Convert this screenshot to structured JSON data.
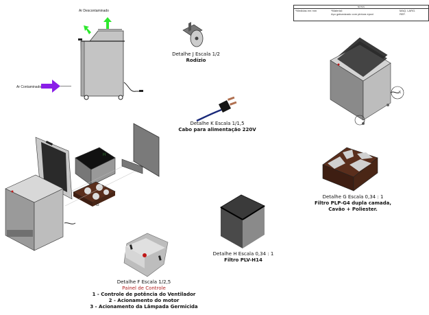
{
  "title_block": {
    "header": "NOTAS",
    "measures_note": "*Medidas em mm",
    "material_label": "*Material:",
    "material_value": "Aço galvanizado com pintura epoxi",
    "right_note_1": "MAQ. LARG.",
    "right_note_2": "REF."
  },
  "side_view": {
    "label_out": "Ar Descontaminado",
    "label_in": "Ar Contaminado",
    "arrow_out_color": "#2ee82e",
    "arrow_in_color": "#8a1ee8"
  },
  "details": {
    "j": {
      "title": "Detalhe  J Escala 1/2",
      "name": "Rodízio"
    },
    "k": {
      "title": "Detalhe  K Escala 1/1,5",
      "name": "Cabo para alimentação 220V"
    },
    "g": {
      "title": "Detalhe  G Escala 0,34 : 1",
      "name_1": "Filtro PLP-G4 dupla camada,",
      "name_2": "Cavão + Poliester."
    },
    "h": {
      "title": "Detalhe  H Escala 0,34 : 1",
      "name": "Filtro PLV-H14"
    },
    "f": {
      "title": "Detalhe  F Escala 1/2,5",
      "subtitle": "Painel de Controle",
      "items": [
        "1 - Controle de potência do Ventilador",
        "2 - Acionamento do motor",
        "3 - Acionamento da Lâmpada Germicida"
      ]
    }
  },
  "callouts": {
    "g": "G",
    "h": "H",
    "j": "J",
    "k": "K"
  },
  "colors": {
    "filter_brown": "#5a2e1c",
    "machine_gray": "#b8b8b8",
    "button_red": "#c01818"
  }
}
